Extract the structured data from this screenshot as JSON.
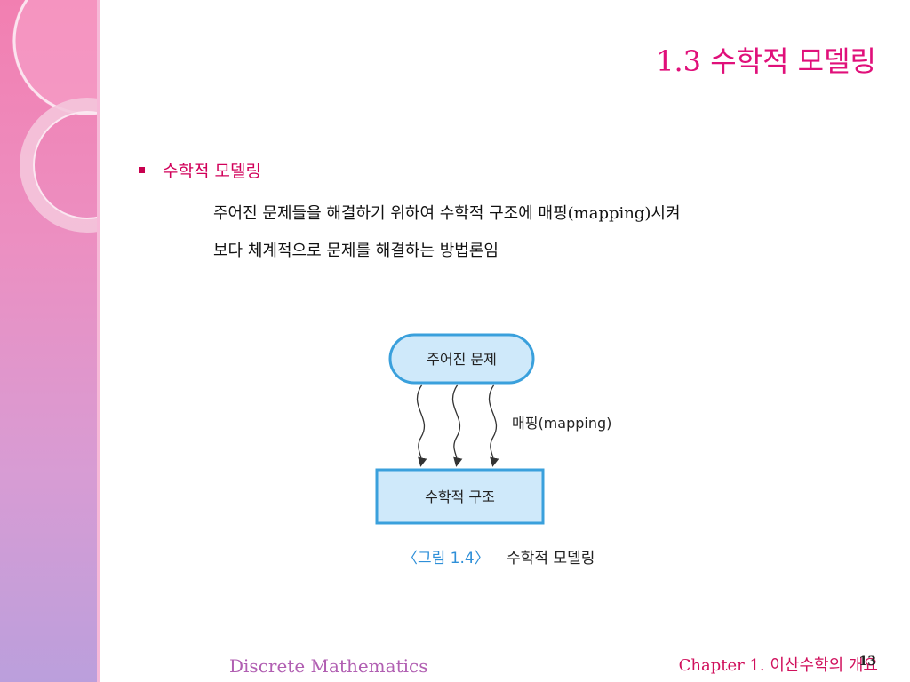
{
  "slide": {
    "title": "1.3 수학적 모델링",
    "bullet": "수학적 모델링",
    "body_lines": [
      "주어진 문제들을 해결하기 위하여 수학적 구조에 매핑(mapping)시켜",
      "보다 체계적으로 문제를 해결하는 방법론임"
    ]
  },
  "figure": {
    "top_node": "주어진 문제",
    "bottom_node": "수학적 구조",
    "arrow_label": "매핑(mapping)",
    "caption_number": "〈그림 1.4〉",
    "caption_text": "수학적 모델링"
  },
  "footer": {
    "left": "Discrete Mathematics",
    "right": "Chapter 1. 이산수학의 개요",
    "page": "13"
  },
  "colors": {
    "accent": "#e0107a",
    "node_fill": "#cfe9fa",
    "node_border": "#3aa0dc",
    "sidebar_top": "#f27fb1",
    "sidebar_bottom": "#bb9fdc"
  }
}
